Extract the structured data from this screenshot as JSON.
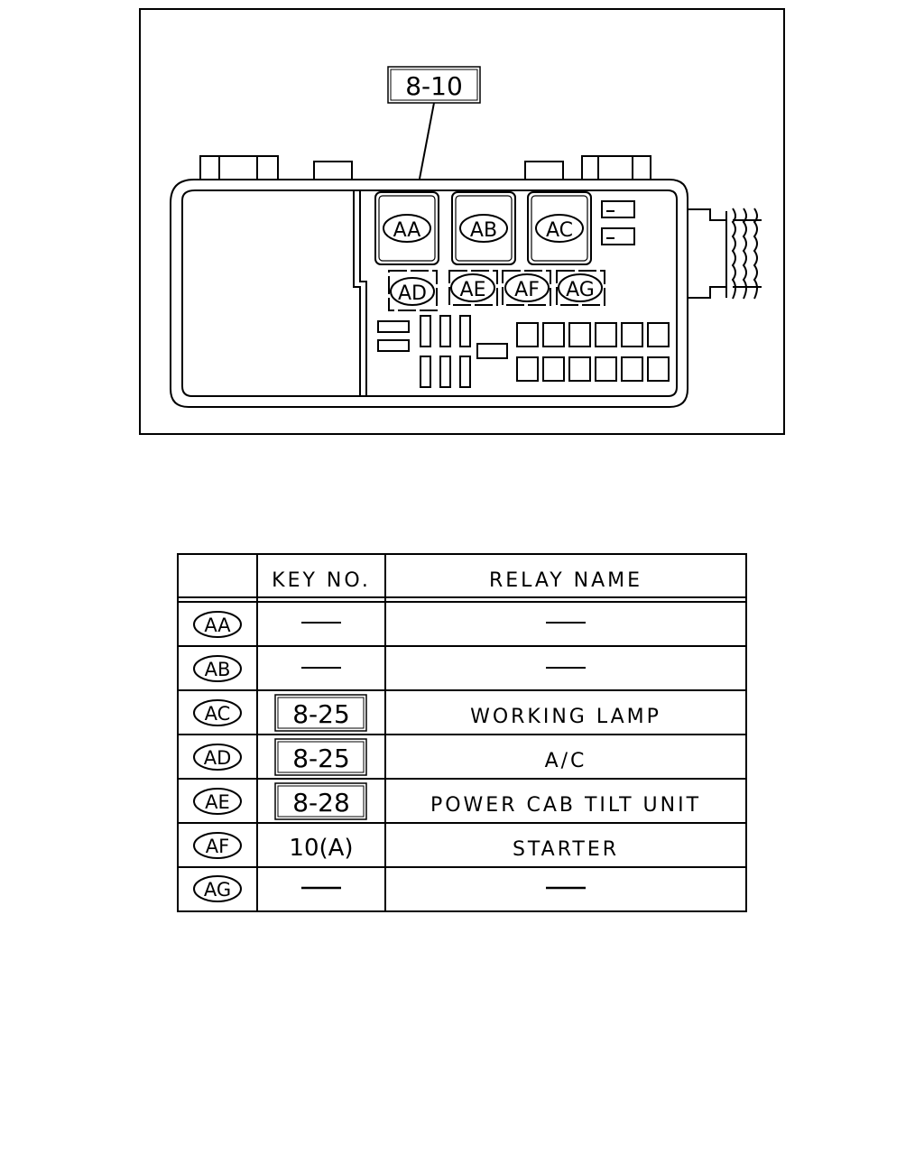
{
  "diagram": {
    "key_box": "8-10",
    "relays_top": [
      "AA",
      "AB",
      "AC"
    ],
    "relays_bottom": [
      "AD",
      "AE",
      "AF",
      "AG"
    ]
  },
  "table": {
    "headers": [
      "",
      "KEY NO.",
      "RELAY NAME"
    ],
    "rows": [
      {
        "id": "AA",
        "key": "—",
        "key_boxed": false,
        "name": "—"
      },
      {
        "id": "AB",
        "key": "—",
        "key_boxed": false,
        "name": "—"
      },
      {
        "id": "AC",
        "key": "8-25",
        "key_boxed": true,
        "name": "WORKING LAMP"
      },
      {
        "id": "AD",
        "key": "8-25",
        "key_boxed": true,
        "name": "A/C"
      },
      {
        "id": "AE",
        "key": "8-28",
        "key_boxed": true,
        "name": "POWER CAB TILT UNIT"
      },
      {
        "id": "AF",
        "key": "10(A)",
        "key_boxed": false,
        "name": "STARTER"
      },
      {
        "id": "AG",
        "key": "—",
        "key_boxed": false,
        "name": "—"
      }
    ]
  }
}
